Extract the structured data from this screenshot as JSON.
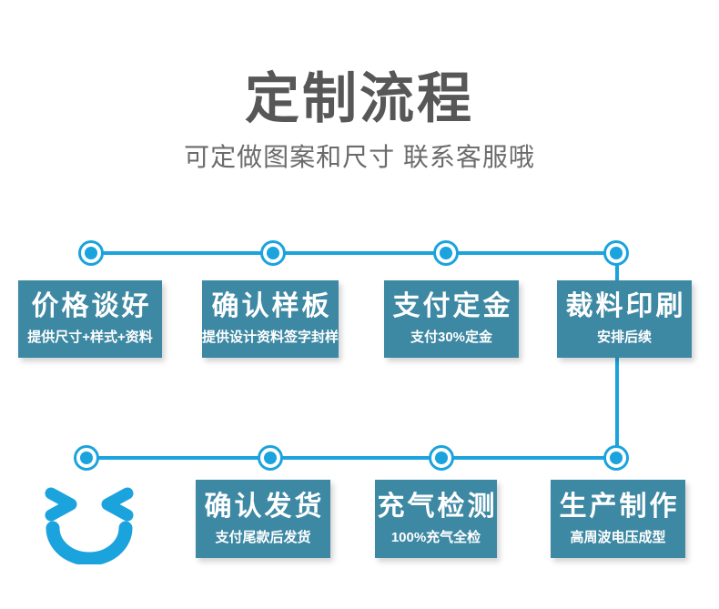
{
  "header": {
    "title": "定制流程",
    "subtitle": "可定做图案和尺寸 联系客服哦",
    "title_color": "#575757",
    "subtitle_color": "#6b6b6b"
  },
  "theme": {
    "card_fill": "#3d88a3",
    "line_color": "#1ba3dd",
    "node_fill": "#1ba3dd",
    "node_ring": "#ffffff",
    "background": "#ffffff",
    "card_text": "#ffffff"
  },
  "flow": {
    "row1": [
      {
        "title": "价格谈好",
        "subtitle": "提供尺寸+样式+资料"
      },
      {
        "title": "确认样板",
        "subtitle": "提供设计资料签字封样"
      },
      {
        "title": "支付定金",
        "subtitle": "支付30%定金"
      },
      {
        "title": "裁料印刷",
        "subtitle": "安排后续"
      }
    ],
    "row2": [
      {
        "title": "确认发货",
        "subtitle": "支付尾款后发货"
      },
      {
        "title": "充气检测",
        "subtitle": "100%充气全检"
      },
      {
        "title": "生产制作",
        "subtitle": "高周波电压成型"
      }
    ]
  },
  "decoration": {
    "smiley_label": "smiley-face"
  }
}
